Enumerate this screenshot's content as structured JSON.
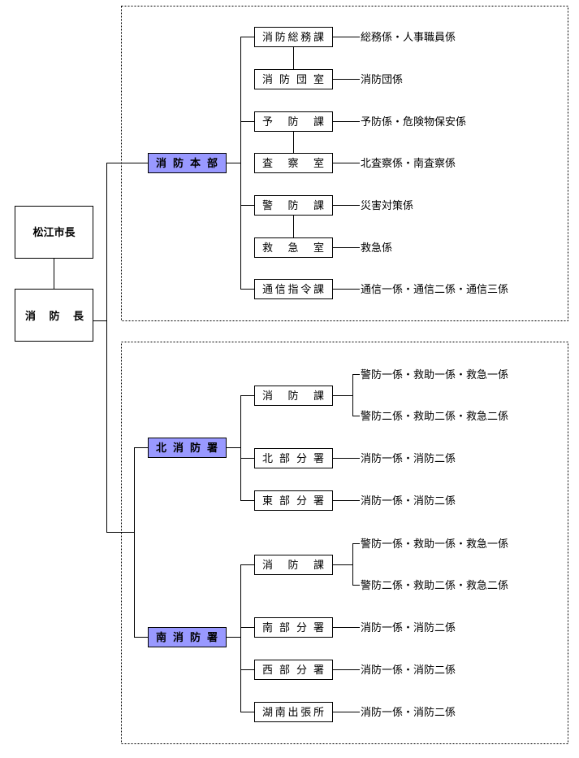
{
  "top": {
    "mayor": "松江市長",
    "chief": "消防長"
  },
  "headquarters": {
    "name": "消防本部",
    "units": [
      {
        "name": "消防総務課",
        "sections": "総務係・人事職員係"
      },
      {
        "name": "消防団室",
        "sections": "消防団係"
      },
      {
        "name": "予防課",
        "sections": "予防係・危険物保安係"
      },
      {
        "name": "査察室",
        "sections": "北査察係・南査察係"
      },
      {
        "name": "警防課",
        "sections": "災害対策係"
      },
      {
        "name": "救急室",
        "sections": "救急係"
      },
      {
        "name": "通信指令課",
        "sections": "通信一係・通信二係・通信三係"
      }
    ]
  },
  "north": {
    "name": "北消防署",
    "units": [
      {
        "name": "消防課",
        "sections": [
          "警防一係・救助一係・救急一係",
          "警防二係・救助二係・救急二係"
        ]
      },
      {
        "name": "北部分署",
        "sections": "消防一係・消防二係"
      },
      {
        "name": "東部分署",
        "sections": "消防一係・消防二係"
      }
    ]
  },
  "south": {
    "name": "南消防署",
    "units": [
      {
        "name": "消防課",
        "sections": [
          "警防一係・救助一係・救急一係",
          "警防二係・救助二係・救急二係"
        ]
      },
      {
        "name": "南部分署",
        "sections": "消防一係・消防二係"
      },
      {
        "name": "西部分署",
        "sections": "消防一係・消防二係"
      },
      {
        "name": "湖南出張所",
        "sections": "消防一係・消防二係"
      }
    ]
  },
  "colors": {
    "station_fill": "#9999ff"
  }
}
